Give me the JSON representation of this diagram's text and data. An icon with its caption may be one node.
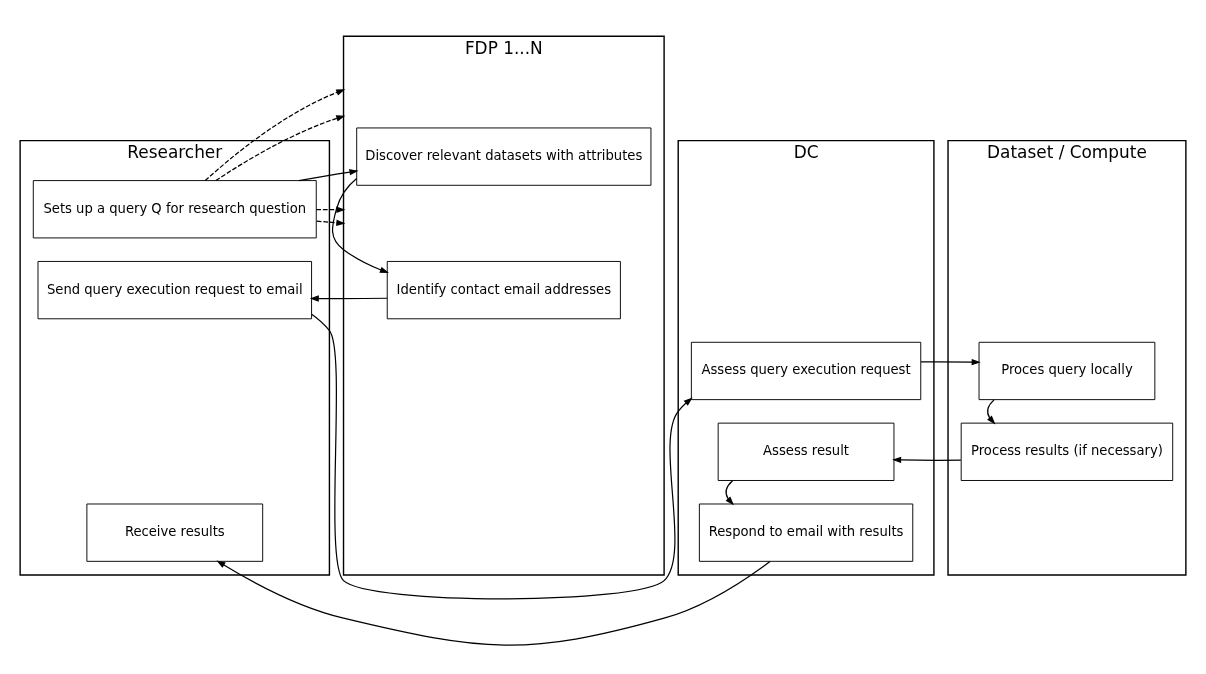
{
  "diagram": {
    "nodes": [
      {
        "text": [
          "Researcher"
        ]
      },
      {
        "text": [
          "FDP 1...N"
        ]
      },
      {
        "text": [
          "DC"
        ]
      },
      {
        "text": [
          "Dataset / Compute"
        ]
      },
      {
        "text": [
          "Sets up a query Q for research question"
        ],
        "in": 0
      },
      {
        "text": [
          "Discover relevant datasets with attributes"
        ],
        "in": 1
      },
      {
        "text": [
          "Send query execution request to email"
        ],
        "in": 0
      },
      {
        "text": [
          "Identify contact email addresses"
        ],
        "in": 1
      },
      {
        "text": [
          "Assess query execution request"
        ],
        "in": 2
      },
      {
        "text": [
          "Proces query locally"
        ],
        "in": 3
      },
      {
        "text": [
          "Assess result"
        ],
        "in": 2
      },
      {
        "text": [
          "Process results (if necessary)"
        ],
        "in": 3
      },
      {
        "text": [
          "Receive results"
        ],
        "in": 0
      },
      {
        "text": [
          "Respond to email with results"
        ],
        "in": 2
      }
    ],
    "edges": [
      {
        "from": 4,
        "to": 1,
        "arrow": "to",
        "style": "dashed"
      },
      {
        "from": 4,
        "to": 1,
        "arrow": "to",
        "style": "dashed"
      },
      {
        "from": 4,
        "to": 5,
        "arrow": "to"
      },
      {
        "from": 4,
        "to": 1,
        "arrow": "to",
        "style": "dashed"
      },
      {
        "from": 4,
        "to": 1,
        "arrow": "to",
        "style": "dashed"
      },
      {
        "from": 5,
        "to": 7,
        "arrow": "to"
      },
      {
        "from": 7,
        "to": 6,
        "arrow": "to"
      },
      {
        "from": 6,
        "to": 8,
        "arrow": "to"
      },
      {
        "from": 8,
        "to": 9,
        "arrow": "to"
      },
      {
        "from": 9,
        "to": 11,
        "arrow": "to"
      },
      {
        "from": 11,
        "to": 10,
        "arrow": "to"
      },
      {
        "from": 10,
        "to": 13,
        "arrow": "to"
      },
      {
        "from": 13,
        "to": 12,
        "arrow": "to"
      }
    ]
  }
}
